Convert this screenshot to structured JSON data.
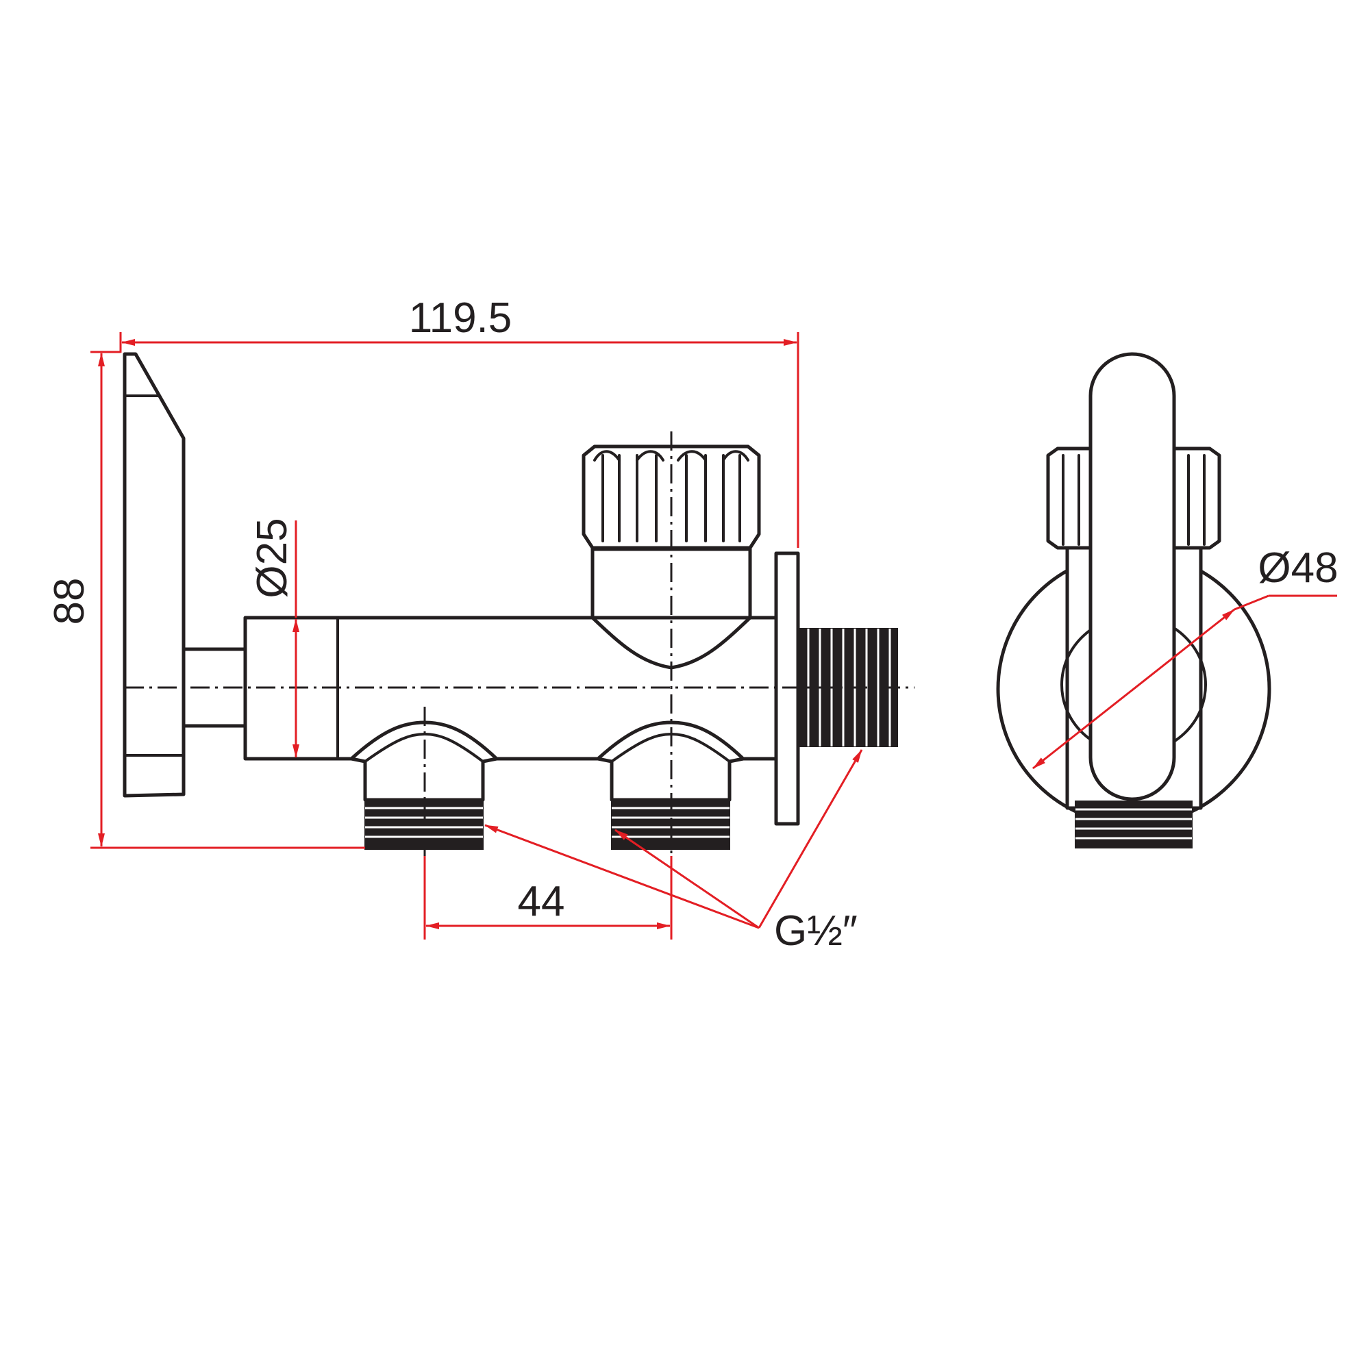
{
  "dimensions": {
    "overall_length": "119.5",
    "overall_height": "88",
    "body_diameter": "Ø25",
    "outlet_spacing": "44",
    "thread_size": "G½″",
    "flange_diameter": "Ø48"
  },
  "colors": {
    "outline": "#231f20",
    "dimension": "#e31e24",
    "background": "#ffffff"
  }
}
